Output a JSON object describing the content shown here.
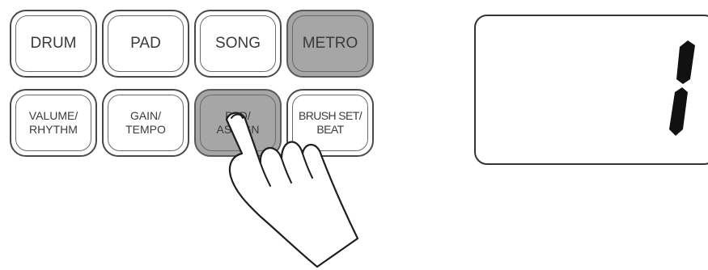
{
  "keypad": {
    "row1": [
      {
        "label": "DRUM",
        "lit": false
      },
      {
        "label": "PAD",
        "lit": false
      },
      {
        "label": "SONG",
        "lit": false
      },
      {
        "label": "METRO",
        "lit": true
      }
    ],
    "row2": [
      {
        "label": "VALUME/\nRHYTHM",
        "lit": false
      },
      {
        "label": "GAIN/\nTEMPO",
        "lit": false
      },
      {
        "label": "PAD/\nASSIGN",
        "lit": true
      },
      {
        "label": "BRUSH SET/\nBEAT",
        "lit": false
      }
    ]
  },
  "display": {
    "digit": "1"
  },
  "colors": {
    "lit_button": "#a6a6a6",
    "outline": "#333333"
  },
  "icons": {
    "pointer": "pointing-hand-icon"
  }
}
